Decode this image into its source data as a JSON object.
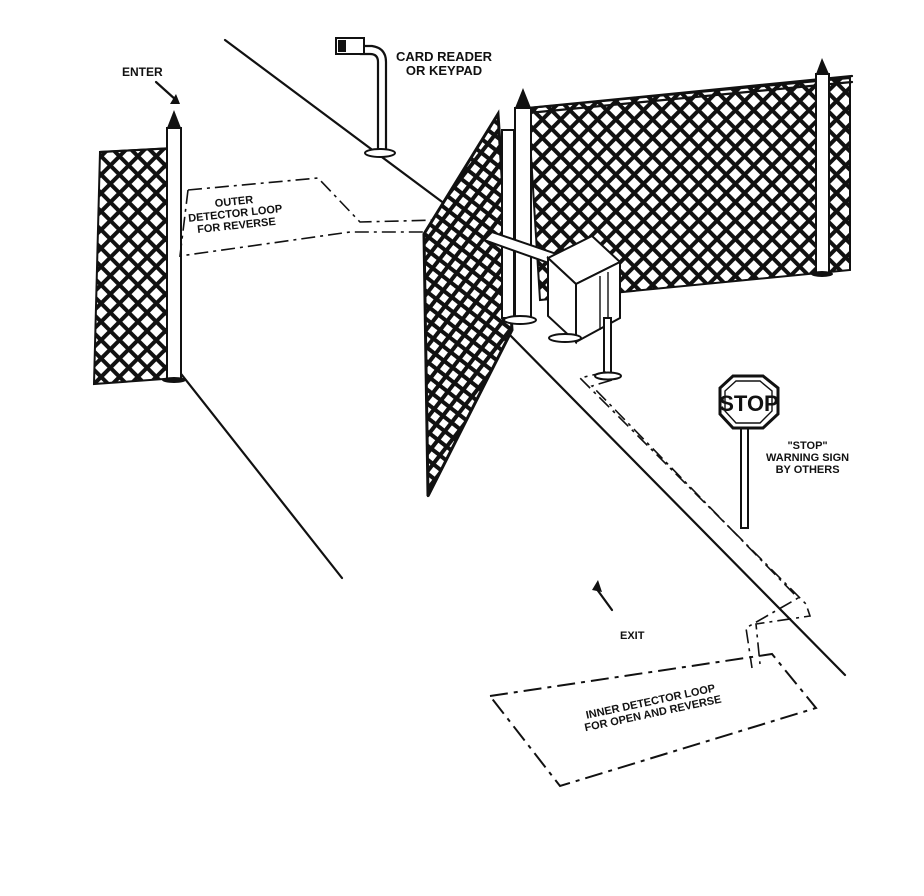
{
  "labels": {
    "enter": "ENTER",
    "card_reader_line1": "CARD READER",
    "card_reader_line2": "OR KEYPAD",
    "outer_loop_line1": "OUTER",
    "outer_loop_line2": "DETECTOR LOOP",
    "outer_loop_line3": "FOR REVERSE",
    "stop_line1": "\"STOP\"",
    "stop_line2": "WARNING SIGN",
    "stop_line3": "BY OTHERS",
    "exit": "EXIT",
    "inner_loop_line1": "INNER DETECTOR LOOP",
    "inner_loop_line2": "FOR OPEN AND REVERSE"
  },
  "sign": {
    "text": "STOP"
  },
  "colors": {
    "ink": "#111111",
    "background": "#ffffff"
  }
}
